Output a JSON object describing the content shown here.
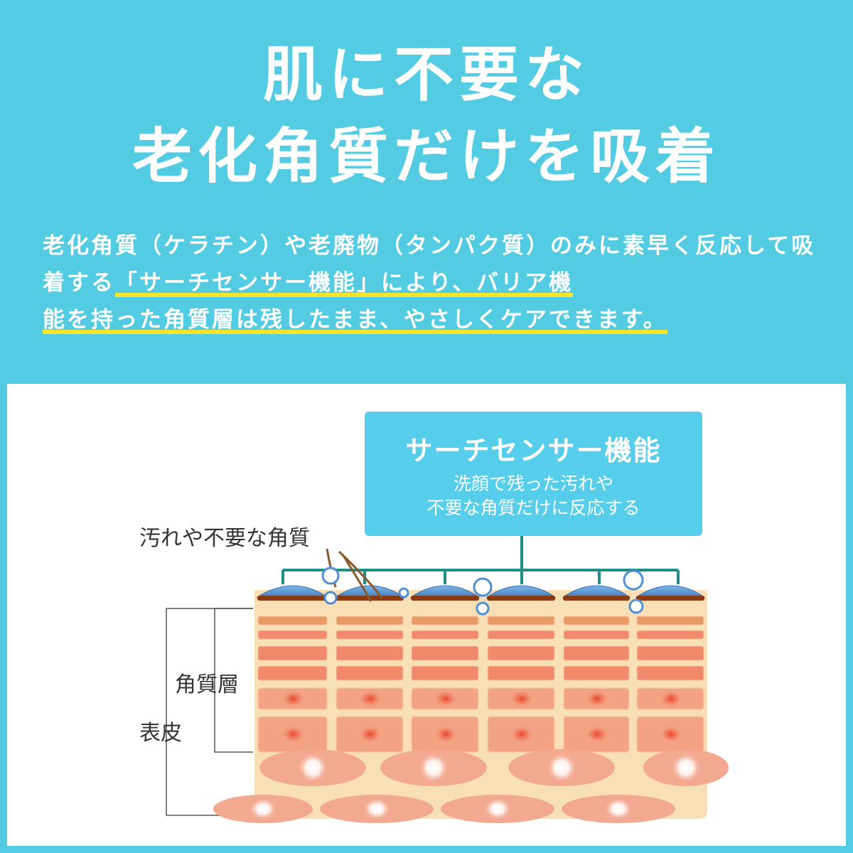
{
  "headline": {
    "line1": "肌に不要な",
    "line2": "老化角質だけを吸着"
  },
  "description": {
    "part1": "老化角質（ケラチン）や老廃物（タンパク質）のみに素早く反応して吸着する",
    "highlight1": "「サーチセンサー機能」により、バリア機",
    "highlight2": "能を持った角質層は残したまま、やさしくケアできます。"
  },
  "diagram": {
    "callout_title": "サーチセンサー機能",
    "callout_line1": "洗顔で残った汚れや",
    "callout_line2": "不要な角質だけに反応する",
    "label_dirt": "汚れや不要な角質",
    "label_stratum": "角質層",
    "label_epidermis": "表皮"
  },
  "colors": {
    "background": "#52cbe3",
    "highlight": "#f5e62d",
    "callout": "#55cdeb",
    "connector": "#1f8f86",
    "cell": "#f08a6a",
    "skin_base": "#f9dfb6"
  }
}
